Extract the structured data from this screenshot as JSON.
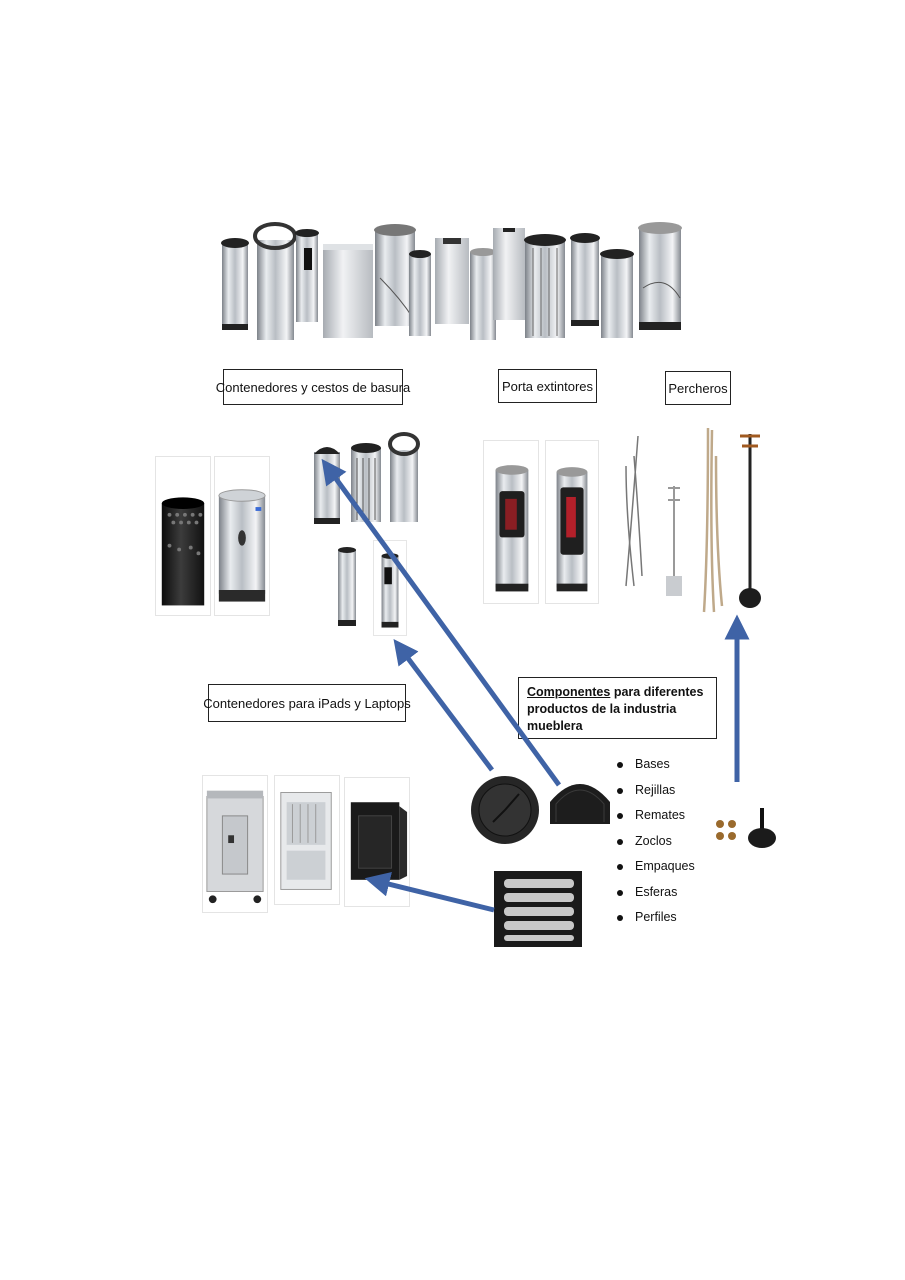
{
  "labels": {
    "bins": "Contenedores y cestos de basura",
    "extinguisher": "Porta extintores",
    "coat_racks": "Percheros",
    "laptops": "Contenedores para iPads y  Laptops"
  },
  "components": {
    "title_underlined": "Componentes",
    "title_rest": " para diferentes",
    "title_line2": "productos de la industria mueblera",
    "items": [
      "Bases",
      "Rejillas",
      "Remates",
      "Zoclos",
      "Empaques",
      "Esferas",
      "Perfiles"
    ]
  },
  "colors": {
    "arrow": "#3f63a6",
    "steel": "#c9cdd2",
    "black_part": "#1b1b1b"
  }
}
